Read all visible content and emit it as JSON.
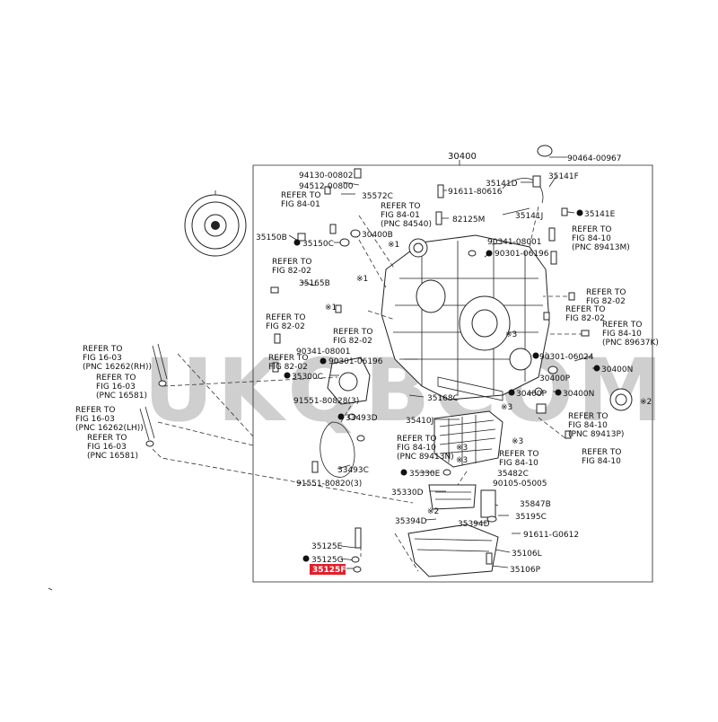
{
  "watermark": "UKQBCOM",
  "main_assembly": "30400",
  "labels": {
    "n90464_00967": "90464-00967",
    "n35141F": "35141F",
    "n35141D": "35141D",
    "n91611_80616": "91611-80616",
    "n35141J": "35141J",
    "n35141E": "35141E",
    "n82125M": "82125M",
    "n94130_00802": "94130-00802",
    "n94512_00800": "94512-00800",
    "n35572C": "35572C",
    "ref_84_01_a1": "REFER TO",
    "ref_84_01_a2": "FIG 84-01",
    "ref_84_01_b1": "REFER TO",
    "ref_84_01_b2": "FIG 84-01",
    "ref_84_01_b3": "(PNC 84540)",
    "n35150B": "35150B",
    "n35150C": "35150C",
    "n30400B": "30400B",
    "n90341_08001_a": "90341-08001",
    "n90301_06196_a": "90301-06196",
    "ref_84_10_a1": "REFER TO",
    "ref_84_10_a2": "FIG 84-10",
    "ref_84_10_a3": "(PNC 89413M)",
    "ref_82_02_a1": "REFER TO",
    "ref_82_02_a2": "FIG 82-02",
    "n35165B": "35165B",
    "ref_82_02_r1": "REFER TO",
    "ref_82_02_r2": "FIG 82-02",
    "ref_82_02_r3": "REFER TO",
    "ref_82_02_r4": "FIG 82-02",
    "ref_84_10_b1": "REFER TO",
    "ref_84_10_b2": "FIG 84-10",
    "ref_84_10_b3": "(PNC 89637K)",
    "ref_82_02_b1": "REFER TO",
    "ref_82_02_b2": "FIG 82-02",
    "ref_82_02_c1": "REFER TO",
    "ref_82_02_c2": "FIG 82-02",
    "n90341_08001_b": "90341-08001",
    "ref_82_02_d1": "REFER TO",
    "ref_82_02_d2": "FIG 82-02",
    "n90301_06196_b": "90301-06196",
    "n35300C": "35300C",
    "n90301_06024": "90301-06024",
    "n30400N_a": "30400N",
    "n30400P_a": "30400P",
    "n30400N_b": "30400N",
    "n30400P_b": "30400P",
    "ref_16_03_a1": "REFER TO",
    "ref_16_03_a2": "FIG 16-03",
    "ref_16_03_a3": "(PNC 16262(RH))",
    "ref_16_03_b1": "REFER TO",
    "ref_16_03_b2": "FIG 16-03",
    "ref_16_03_b3": "(PNC 16581)",
    "ref_16_03_c1": "REFER TO",
    "ref_16_03_c2": "FIG 16-03",
    "ref_16_03_c3": "(PNC 16262(LH))",
    "ref_16_03_d1": "REFER TO",
    "ref_16_03_d2": "FIG 16-03",
    "ref_16_03_d3": "(PNC 16581)",
    "n91551_80828": "91551-80828(3)",
    "n35168C": "35168C",
    "n33493D": "33493D",
    "n35410J": "35410J",
    "ref_84_10_c1": "REFER TO",
    "ref_84_10_c2": "FIG 84-10",
    "ref_84_10_c3": "(PNC 89413P)",
    "ref_84_10_d1": "REFER TO",
    "ref_84_10_d2": "FIG 84-10",
    "ref_84_10_d3": "(PNC 89413N)",
    "ref_84_10_e1": "REFER TO",
    "ref_84_10_e2": "FIG 84-10",
    "ref_84_10_f1": "REFER TO",
    "ref_84_10_f2": "FIG 84-10",
    "n33493C": "33493C",
    "n91551_80820": "91551-80820(3)",
    "n35330E": "35330E",
    "n35482C": "35482C",
    "n90105_05005": "90105-05005",
    "n35330D": "35330D",
    "n35847B": "35847B",
    "n35195C": "35195C",
    "n35394D_a": "35394D",
    "n35394D_b": "35394D",
    "n91611_G0612": "91611-G0612",
    "n35125E": "35125E",
    "n35106L": "35106L",
    "n35125G": "35125G",
    "n35106P": "35106P",
    "n35125F": "35125F",
    "mark_1": "※1",
    "mark_2": "※2",
    "mark_3": "※3",
    "mark_4": "※3",
    "mark_5": "※3",
    "mark_6": "※2",
    "mark_7": "※1",
    "mark_8": "※1",
    "mark_9": "※3",
    "mark_10": "※3"
  },
  "colors": {
    "highlight": "#e0202a",
    "ink": "#111111",
    "watermark": "#cfcfcf"
  }
}
